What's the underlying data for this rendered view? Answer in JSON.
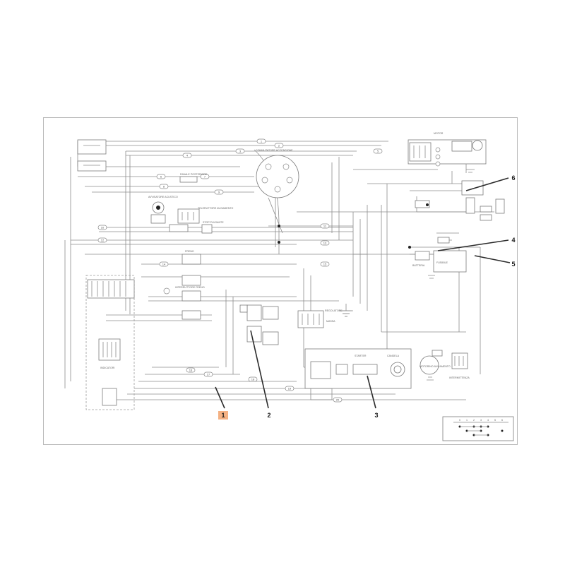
{
  "diagram": {
    "callouts": [
      {
        "id": "1",
        "label": "1",
        "highlight": "#f4b183"
      },
      {
        "id": "2",
        "label": "2"
      },
      {
        "id": "3",
        "label": "3"
      },
      {
        "id": "4",
        "label": "4"
      },
      {
        "id": "5",
        "label": "5"
      },
      {
        "id": "6",
        "label": "6"
      }
    ],
    "components": {
      "motor": "MOTOR",
      "ignition": "COMMUTATORE ACCENSIONE",
      "regulator": "REGOLATORE",
      "horn": "AVVISATORE ACUSTICO",
      "start_relay": "TELERUTTORE AVVIAMENTO",
      "stop_button": "STOP PULSANTE",
      "brake": "FRENO",
      "brake_switch": "INTERRUTTORE FRENO",
      "battery": "BATTERIA",
      "fuse": "FUSIBILE",
      "starter": "STARTER",
      "spark_plug": "CANDELA",
      "indicators": "INDICATORI",
      "starter_motor": "MOTORINO AVVIAMENTO",
      "flasher": "INTERMITTENZA",
      "rear_light": "FANALE POSTERIORE",
      "ground": "MASSA"
    },
    "wire_tags": [
      "1",
      "2",
      "3",
      "4",
      "5",
      "6",
      "7",
      "8",
      "9",
      "10",
      "11",
      "12",
      "13",
      "14",
      "15",
      "16",
      "17",
      "18",
      "19",
      "20"
    ],
    "legend": {
      "columns": [
        "0",
        "1",
        "2",
        "3",
        "4",
        "5",
        "6"
      ]
    },
    "colors": {
      "callout_highlight": "#f4b183",
      "wire": "#8c8c8c",
      "leader": "#2b2b2b"
    }
  }
}
